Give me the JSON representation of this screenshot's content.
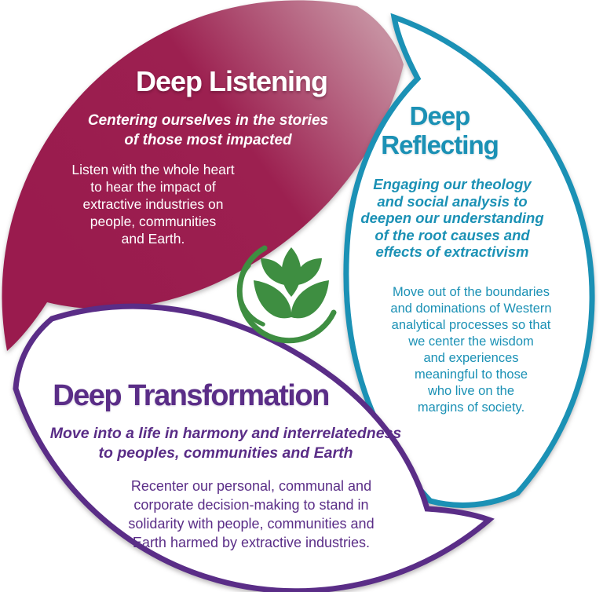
{
  "diagram": {
    "center_icon": "plant-leaves-icon",
    "colors": {
      "listening_maroon": "#9a1b4e",
      "listening_maroon_light": "#c68fa0",
      "reflecting_teal": "#1b91b5",
      "transformation_purple": "#5a2d87",
      "plant_green": "#3e8e41",
      "background": "#ffffff"
    },
    "segments": {
      "listening": {
        "title": "Deep Listening",
        "subtitle": "Centering ourselves in the stories\nof those most impacted",
        "body": "Listen with the whole heart\nto hear the impact of\nextractive industries on\npeople, communities\nand Earth."
      },
      "reflecting": {
        "title": "Deep\nReflecting",
        "subtitle": "Engaging our theology\nand social analysis to\ndeepen our understanding\nof the root causes and\neffects of extractivism",
        "body": "Move out of the boundaries\nand dominations of Western\nanalytical processes so that\nwe center the wisdom\nand experiences\nmeaningful to those\nwho live on the\nmargins of society."
      },
      "transformation": {
        "title": "Deep Transformation",
        "subtitle": "Move into a life in harmony and interrelatedness\nto peoples, communities and Earth",
        "body": "Recenter our personal, communal and\ncorporate decision-making to stand in\nsolidarity with people, communities and\nEarth harmed by extractive industries."
      }
    }
  }
}
